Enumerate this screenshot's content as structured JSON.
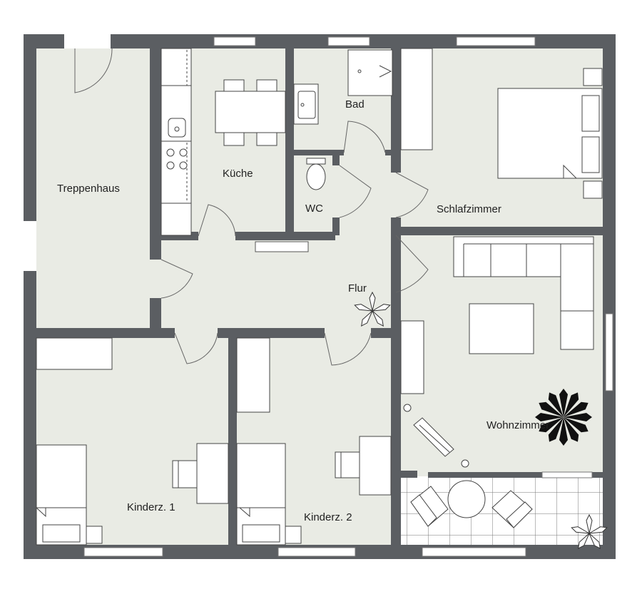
{
  "rooms": {
    "treppenhaus": "Treppenhaus",
    "kueche": "Küche",
    "bad": "Bad",
    "wc": "WC",
    "schlafzimmer": "Schlafzimmer",
    "flur": "Flur",
    "wohnzimmer": "Wohnzimmer",
    "kinderz1": "Kinderz. 1",
    "kinderz2": "Kinderz. 2"
  },
  "colors": {
    "wall": "#5b5e62",
    "floor": "#e9ebe4",
    "furniture": "#ffffff",
    "line": "#555555"
  }
}
